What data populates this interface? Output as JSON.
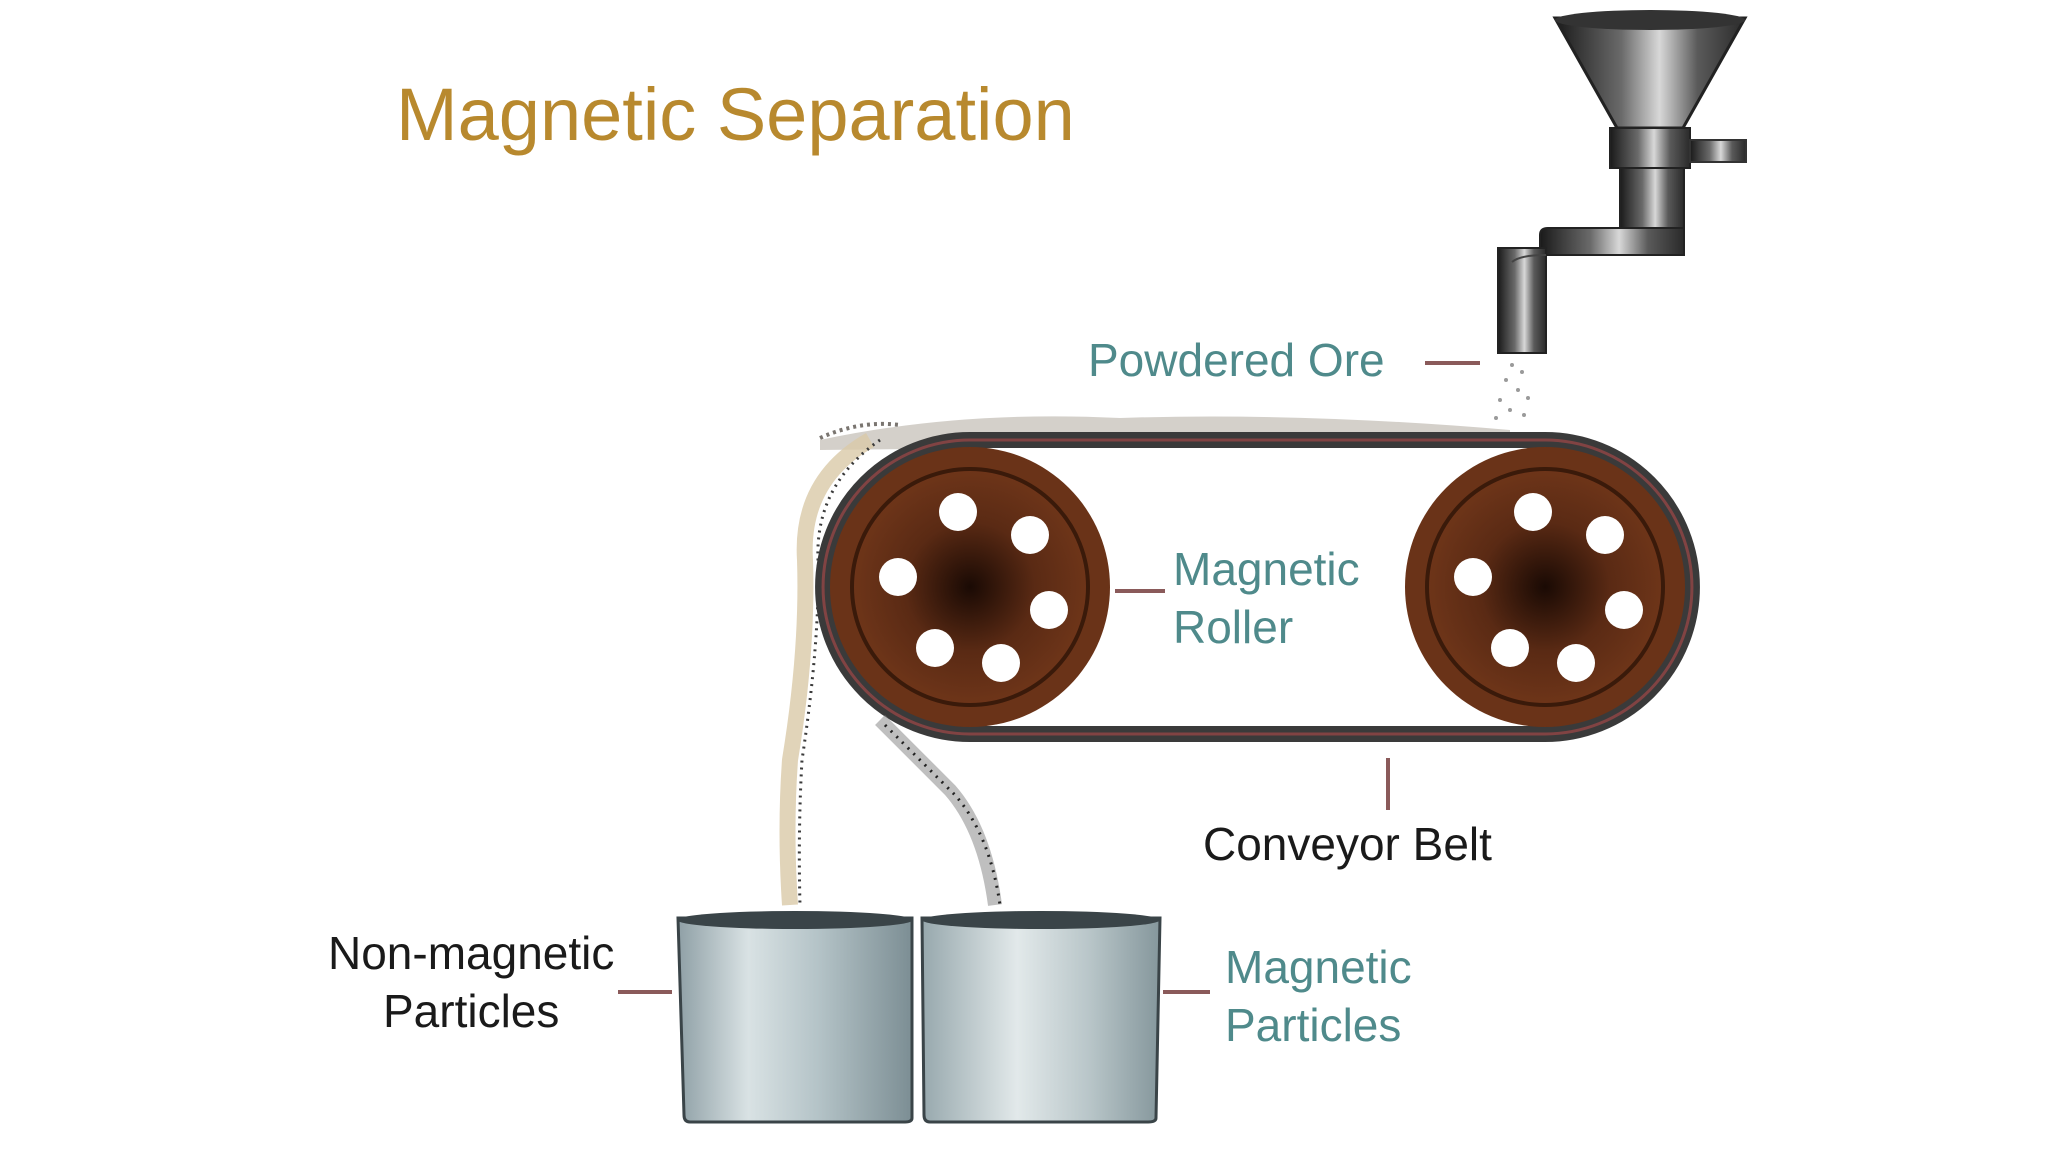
{
  "title": "Magnetic Separation",
  "labels": {
    "powdered_ore": "Powdered Ore",
    "magnetic_roller": [
      "Magnetic",
      "Roller"
    ],
    "conveyor_belt": "Conveyor Belt",
    "non_magnetic_particles": [
      "Non-magnetic",
      "Particles"
    ],
    "magnetic_particles": [
      "Magnetic",
      "Particles"
    ]
  },
  "colors": {
    "title": "#b8892e",
    "teal": "#4f8a8b",
    "dark": "#1a1a1a",
    "roller": "#5a2a14",
    "belt": "#3a3a3a",
    "leader": "#8a5a5a"
  },
  "icons": [
    "hopper-icon",
    "magnetic-roller-icon",
    "container-icon"
  ]
}
